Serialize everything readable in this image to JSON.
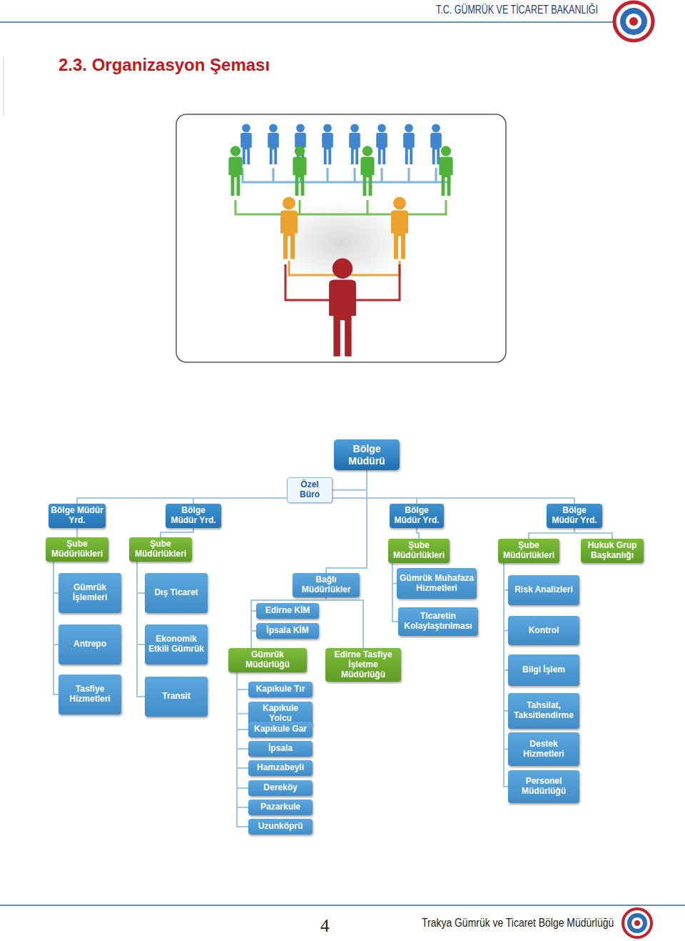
{
  "diagram": {
    "title": "2.3. Organizasyon Şeması",
    "nodes": [
      {
        "text": [
          "Bölge Müdürü"
        ]
      },
      {
        "text": [
          "Özel Büro"
        ]
      },
      {
        "text": [
          "Bölge Müdür Yrd."
        ]
      },
      {
        "text": [
          "Bölge Müdür Yrd."
        ]
      },
      {
        "text": [
          "Bölge Müdür Yrd."
        ]
      },
      {
        "text": [
          "Bölge Müdür Yrd."
        ]
      },
      {
        "text": [
          "Şube Müdürlükleri"
        ]
      },
      {
        "text": [
          "Şube Müdürlükleri"
        ]
      },
      {
        "text": [
          "Şube Müdürlükleri"
        ]
      },
      {
        "text": [
          "Şube Müdürlükleri"
        ]
      },
      {
        "text": [
          "Hukuk Grup Başkanlığı"
        ]
      },
      {
        "text": [
          "Gümrük İşlemleri"
        ]
      },
      {
        "text": [
          "Dış Ticaret"
        ]
      },
      {
        "text": [
          "Bağlı Müdürlükler"
        ]
      },
      {
        "text": [
          "Gümrük Muhafaza Hizmetleri"
        ]
      },
      {
        "text": [
          "Risk Analizleri"
        ]
      },
      {
        "text": [
          "Edirne KİM"
        ]
      },
      {
        "text": [
          "Ticaretin Kolaylaştırılması"
        ]
      },
      {
        "text": [
          "Antrepo"
        ]
      },
      {
        "text": [
          "Ekonomik Etkili Gümrük"
        ]
      },
      {
        "text": [
          "İpsala KİM"
        ]
      },
      {
        "text": [
          "Kontrol"
        ]
      },
      {
        "text": [
          "Gümrük Müdürlüğü"
        ]
      },
      {
        "text": [
          "Edirne Tasfiye İşletme Müdürlüğü"
        ]
      },
      {
        "text": [
          "Bilgi İşlem"
        ]
      },
      {
        "text": [
          "Tasfiye Hizmetleri"
        ]
      },
      {
        "text": [
          "Transit"
        ]
      },
      {
        "text": [
          "Kapıkule Tır"
        ]
      },
      {
        "text": [
          "Kapıkule Yolcu"
        ]
      },
      {
        "text": [
          "Tahsilat, Taksitlendirme"
        ]
      },
      {
        "text": [
          "Kapıkule Gar"
        ]
      },
      {
        "text": [
          "Destek Hizmetleri"
        ]
      },
      {
        "text": [
          "İpsala"
        ]
      },
      {
        "text": [
          "Hamzabeyli"
        ]
      },
      {
        "text": [
          "Personel Müdürlüğü"
        ]
      },
      {
        "text": [
          "Dereköy"
        ]
      },
      {
        "text": [
          "Pazarkule"
        ]
      },
      {
        "text": [
          "Uzunköprü"
        ]
      }
    ],
    "edges": [
      {
        "from": 0,
        "to": 1,
        "arrow": "none"
      },
      {
        "from": 0,
        "to": 2,
        "arrow": "none"
      },
      {
        "from": 0,
        "to": 3,
        "arrow": "none"
      },
      {
        "from": 0,
        "to": 4,
        "arrow": "none"
      },
      {
        "from": 0,
        "to": 5,
        "arrow": "none"
      },
      {
        "from": 0,
        "to": 13,
        "arrow": "none"
      },
      {
        "from": 2,
        "to": 6,
        "arrow": "none"
      },
      {
        "from": 3,
        "to": 7,
        "arrow": "none"
      },
      {
        "from": 4,
        "to": 8,
        "arrow": "none"
      },
      {
        "from": 5,
        "to": 9,
        "arrow": "none"
      },
      {
        "from": 5,
        "to": 10,
        "arrow": "none"
      },
      {
        "from": 6,
        "to": 11,
        "arrow": "none"
      },
      {
        "from": 6,
        "to": 18,
        "arrow": "none"
      },
      {
        "from": 6,
        "to": 25,
        "arrow": "none"
      },
      {
        "from": 7,
        "to": 12,
        "arrow": "none"
      },
      {
        "from": 7,
        "to": 19,
        "arrow": "none"
      },
      {
        "from": 7,
        "to": 26,
        "arrow": "none"
      },
      {
        "from": 13,
        "to": 16,
        "arrow": "none"
      },
      {
        "from": 13,
        "to": 20,
        "arrow": "none"
      },
      {
        "from": 13,
        "to": 22,
        "arrow": "none"
      },
      {
        "from": 13,
        "to": 23,
        "arrow": "none"
      },
      {
        "from": 22,
        "to": 27,
        "arrow": "none"
      },
      {
        "from": 22,
        "to": 28,
        "arrow": "none"
      },
      {
        "from": 22,
        "to": 30,
        "arrow": "none"
      },
      {
        "from": 22,
        "to": 32,
        "arrow": "none"
      },
      {
        "from": 22,
        "to": 33,
        "arrow": "none"
      },
      {
        "from": 22,
        "to": 35,
        "arrow": "none"
      },
      {
        "from": 22,
        "to": 36,
        "arrow": "none"
      },
      {
        "from": 22,
        "to": 37,
        "arrow": "none"
      },
      {
        "from": 8,
        "to": 14,
        "arrow": "none"
      },
      {
        "from": 8,
        "to": 17,
        "arrow": "none"
      },
      {
        "from": 9,
        "to": 15,
        "arrow": "none"
      },
      {
        "from": 9,
        "to": 21,
        "arrow": "none"
      },
      {
        "from": 9,
        "to": 24,
        "arrow": "none"
      },
      {
        "from": 9,
        "to": 29,
        "arrow": "none"
      },
      {
        "from": 9,
        "to": 31,
        "arrow": "none"
      },
      {
        "from": 9,
        "to": 34,
        "arrow": "none"
      }
    ],
    "labels": [
      "T.C. GÜMRÜK VE TİCARET BAKANLIĞI",
      "4",
      "Trakya Gümrük ve Ticaret Bölge Müdürlüğü"
    ]
  }
}
